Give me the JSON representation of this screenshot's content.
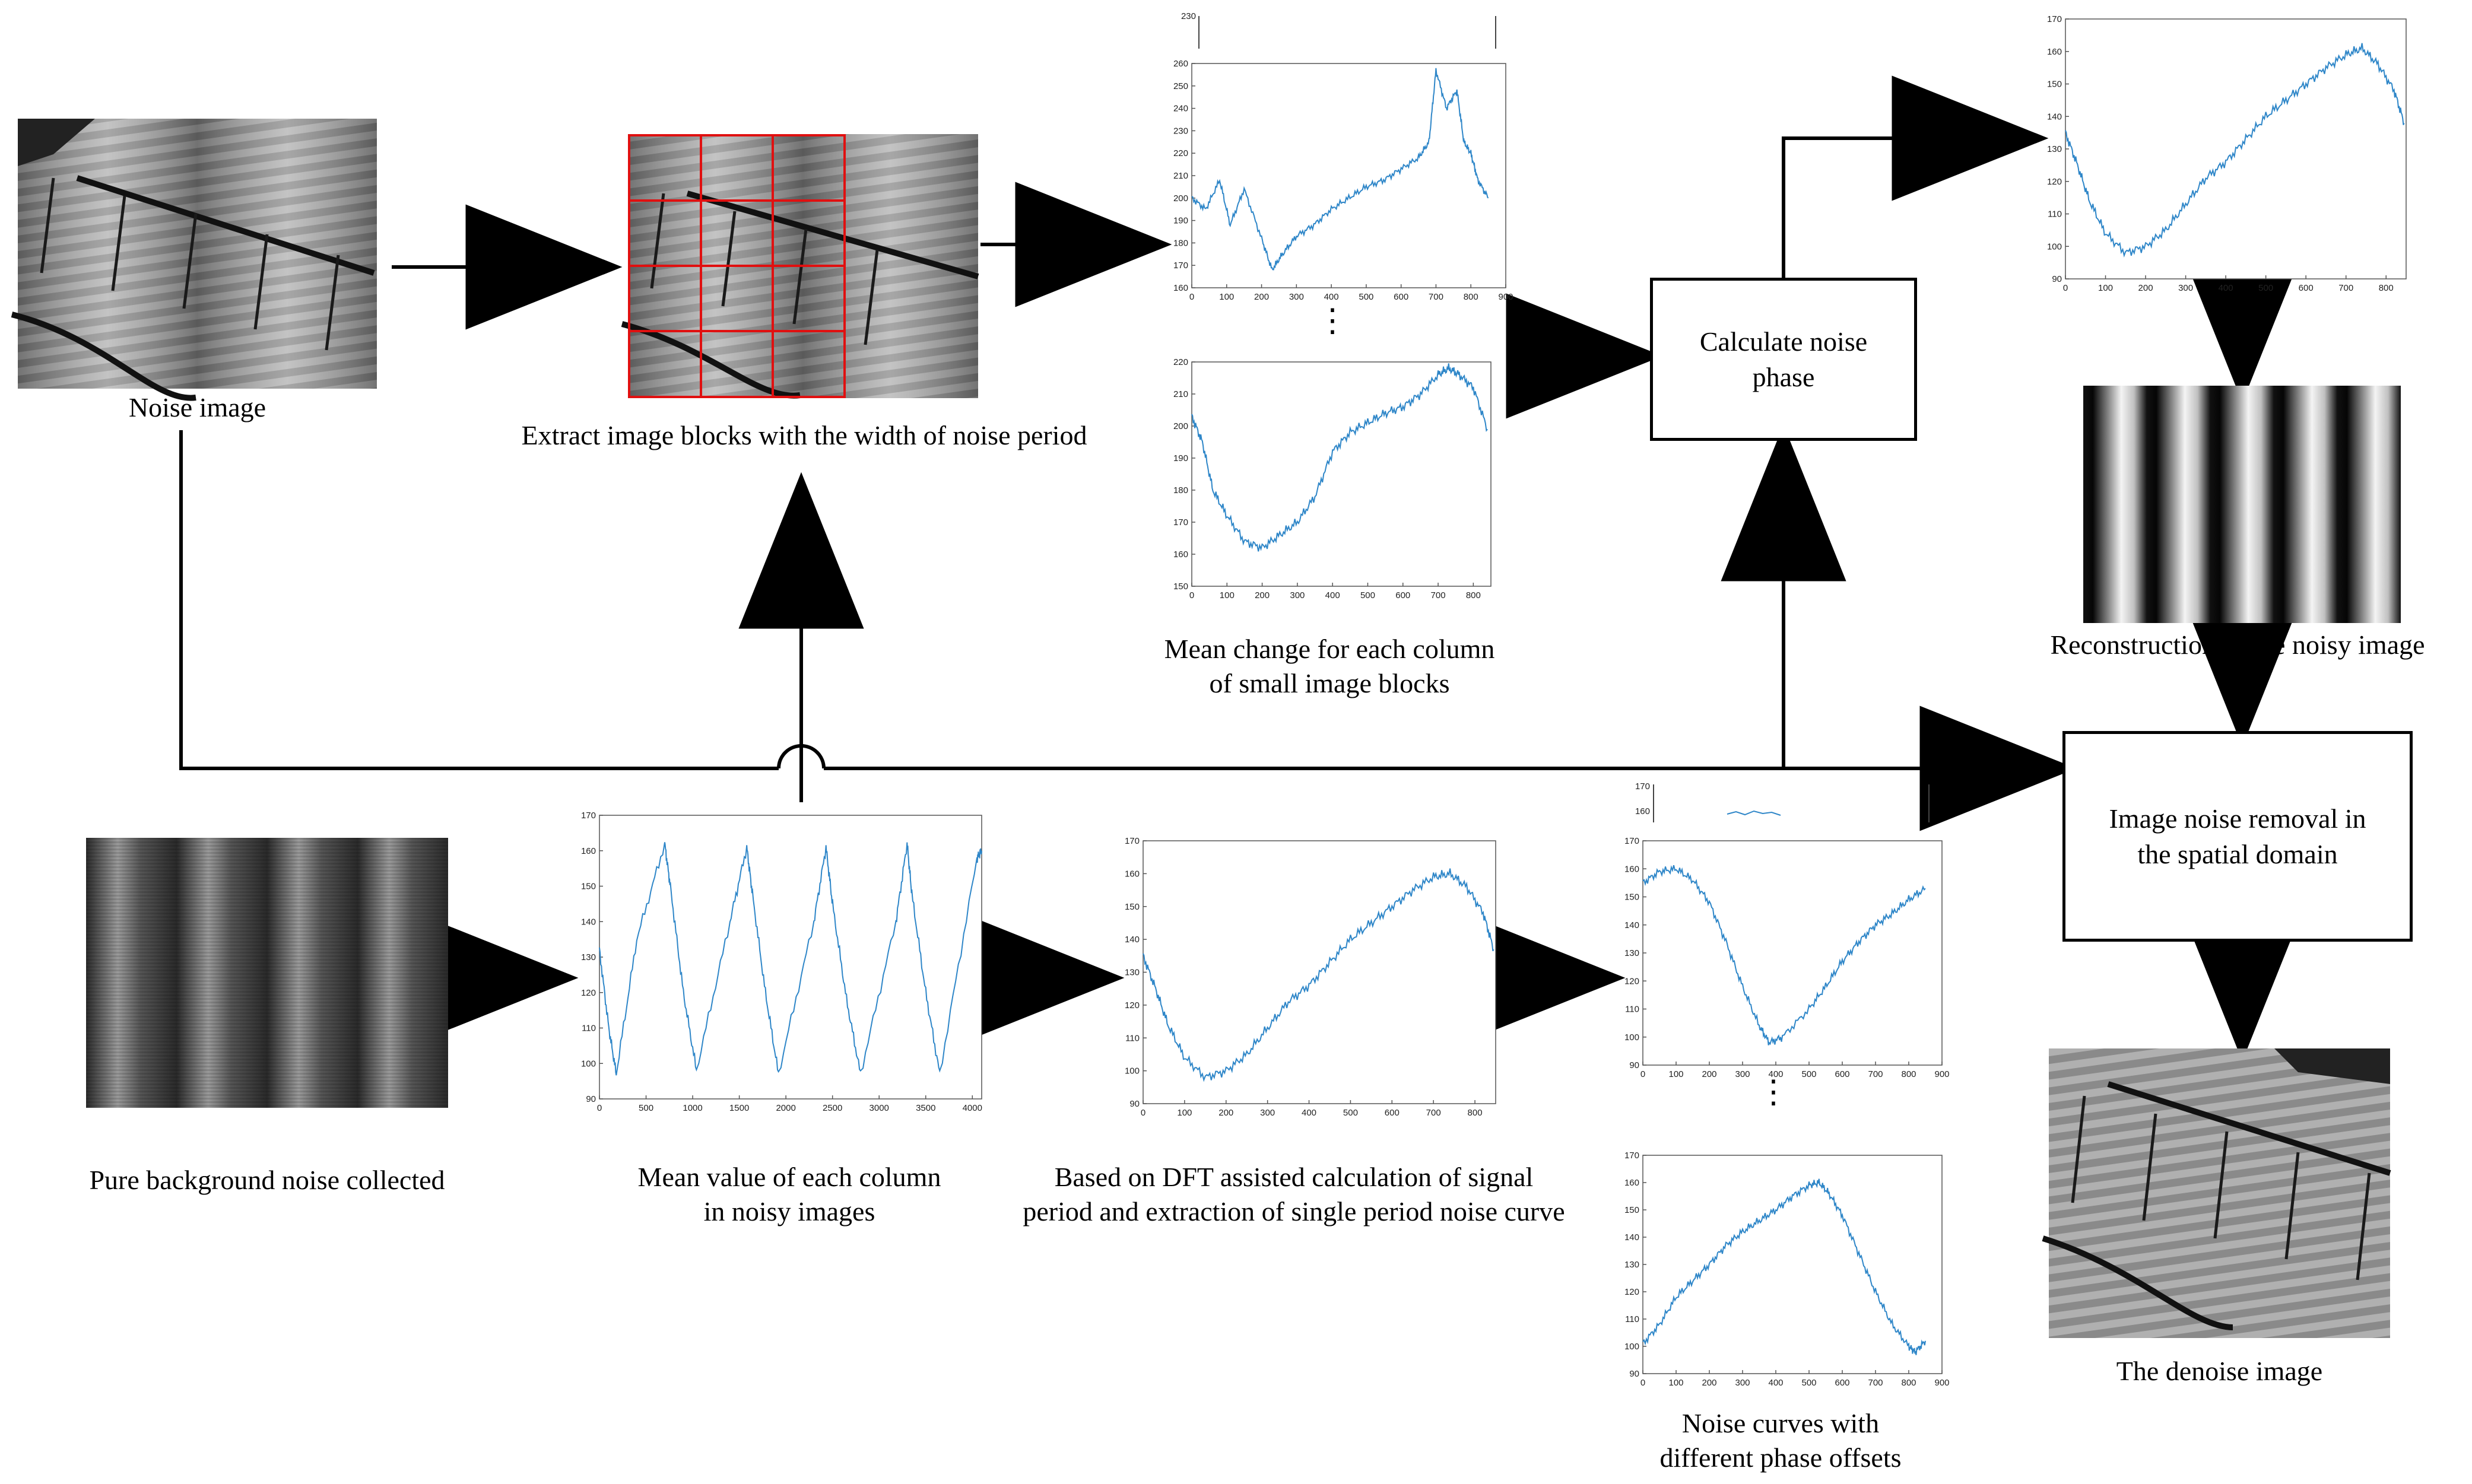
{
  "captions": {
    "noise_image": "Noise image",
    "extract_blocks": "Extract image blocks with the width of noise period",
    "mean_change": [
      "Mean change for each column",
      "of small image blocks"
    ],
    "reconstruction": "Reconstruction of the noisy image",
    "pure_background": "Pure background noise collected",
    "mean_value": [
      "Mean value of each column",
      "in noisy images"
    ],
    "dft": [
      "Based on DFT assisted calculation of signal",
      "period and extraction of single period noise curve"
    ],
    "noise_curves": [
      "Noise curves with",
      "different phase offsets"
    ],
    "denoise": "The denoise image"
  },
  "boxes": {
    "calc_phase": [
      "Calculate noise",
      "phase"
    ],
    "removal": [
      "Image noise removal in",
      "the spatial domain"
    ]
  },
  "ellipsis": "⋮",
  "colors": {
    "curve": "#2e86c8",
    "grid_red": "#e01010",
    "arrow": "#000000"
  },
  "chart_data": [
    {
      "id": "block-mean-top",
      "type": "line",
      "x_ticks": [
        "0",
        "100",
        "200",
        "300",
        "400",
        "500",
        "600",
        "700",
        "800",
        "900"
      ],
      "y_ticks": [
        "160",
        "170",
        "180",
        "190",
        "200",
        "210",
        "220",
        "230",
        "240",
        "250",
        "260"
      ],
      "xlim": [
        0,
        900
      ],
      "ylim": [
        160,
        260
      ],
      "series": [
        {
          "x": [
            0,
            40,
            80,
            110,
            150,
            200,
            230,
            260,
            300,
            350,
            400,
            450,
            500,
            550,
            600,
            650,
            680,
            700,
            730,
            760,
            780,
            800,
            820,
            850
          ],
          "y": [
            200,
            195,
            208,
            188,
            204,
            182,
            168,
            175,
            183,
            188,
            195,
            200,
            205,
            208,
            213,
            218,
            225,
            257,
            240,
            248,
            225,
            220,
            208,
            200
          ]
        }
      ]
    },
    {
      "id": "block-mean-bottom",
      "type": "line",
      "x_ticks": [
        "0",
        "100",
        "200",
        "300",
        "400",
        "500",
        "600",
        "700",
        "800"
      ],
      "y_ticks": [
        "150",
        "160",
        "170",
        "180",
        "190",
        "200",
        "210",
        "220"
      ],
      "xlim": [
        0,
        850
      ],
      "ylim": [
        150,
        220
      ],
      "series": [
        {
          "x": [
            0,
            30,
            60,
            100,
            150,
            200,
            250,
            300,
            350,
            400,
            450,
            500,
            550,
            600,
            650,
            700,
            730,
            760,
            800,
            840
          ],
          "y": [
            203,
            195,
            180,
            172,
            164,
            162,
            166,
            170,
            178,
            192,
            198,
            201,
            204,
            206,
            210,
            216,
            218,
            216,
            212,
            199
          ]
        }
      ]
    },
    {
      "id": "single-period-top",
      "type": "line",
      "x_ticks": [
        "0",
        "100",
        "200",
        "300",
        "400",
        "500",
        "600",
        "700",
        "800"
      ],
      "y_ticks": [
        "90",
        "100",
        "110",
        "120",
        "130",
        "140",
        "150",
        "160",
        "170"
      ],
      "xlim": [
        0,
        850
      ],
      "ylim": [
        90,
        170
      ],
      "series": [
        {
          "x": [
            0,
            30,
            60,
            100,
            150,
            200,
            250,
            300,
            350,
            400,
            450,
            500,
            550,
            600,
            650,
            700,
            740,
            780,
            820,
            845
          ],
          "y": [
            135,
            125,
            114,
            104,
            98,
            100,
            105,
            113,
            121,
            126,
            133,
            140,
            145,
            150,
            155,
            159,
            161,
            156,
            148,
            138
          ]
        }
      ]
    },
    {
      "id": "column-mean",
      "type": "line",
      "x_ticks": [
        "0",
        "500",
        "1000",
        "1500",
        "2000",
        "2500",
        "3000",
        "3500",
        "4000"
      ],
      "y_ticks": [
        "90",
        "100",
        "110",
        "120",
        "130",
        "140",
        "150",
        "160",
        "170"
      ],
      "xlim": [
        0,
        4100
      ],
      "ylim": [
        90,
        170
      ],
      "series": [
        {
          "x": [
            0,
            100,
            180,
            400,
            700,
            760,
            900,
            1040,
            1400,
            1580,
            1640,
            1780,
            1920,
            2300,
            2430,
            2500,
            2650,
            2800,
            3180,
            3300,
            3350,
            3500,
            3650,
            4050,
            4100
          ],
          "y": [
            132,
            110,
            97,
            135,
            162,
            150,
            120,
            98,
            140,
            161,
            148,
            120,
            97,
            140,
            161,
            145,
            118,
            97,
            140,
            162,
            148,
            120,
            97,
            158,
            160
          ]
        }
      ]
    },
    {
      "id": "single-period",
      "type": "line",
      "x_ticks": [
        "0",
        "100",
        "200",
        "300",
        "400",
        "500",
        "600",
        "700",
        "800"
      ],
      "y_ticks": [
        "90",
        "100",
        "110",
        "120",
        "130",
        "140",
        "150",
        "160",
        "170"
      ],
      "xlim": [
        0,
        850
      ],
      "ylim": [
        90,
        170
      ],
      "series": [
        {
          "x": [
            0,
            30,
            60,
            100,
            150,
            200,
            250,
            300,
            350,
            400,
            450,
            500,
            550,
            600,
            650,
            700,
            740,
            780,
            820,
            845
          ],
          "y": [
            135,
            125,
            114,
            104,
            98,
            100,
            105,
            113,
            121,
            126,
            133,
            140,
            145,
            150,
            155,
            159,
            160,
            156,
            148,
            137
          ]
        }
      ]
    },
    {
      "id": "phase-offset-top",
      "type": "line",
      "x_ticks": [
        "0",
        "100",
        "200",
        "300",
        "400",
        "500",
        "600",
        "700",
        "800",
        "900"
      ],
      "y_ticks": [
        "90",
        "100",
        "110",
        "120",
        "130",
        "140",
        "150",
        "160",
        "170"
      ],
      "xlim": [
        0,
        900
      ],
      "ylim": [
        90,
        170
      ],
      "series": [
        {
          "x": [
            0,
            50,
            100,
            150,
            200,
            250,
            300,
            350,
            380,
            420,
            500,
            550,
            600,
            650,
            700,
            750,
            800,
            850
          ],
          "y": [
            155,
            159,
            160,
            156,
            148,
            134,
            118,
            104,
            98,
            100,
            110,
            118,
            127,
            134,
            140,
            144,
            149,
            153
          ]
        }
      ]
    },
    {
      "id": "phase-offset-bottom",
      "type": "line",
      "x_ticks": [
        "0",
        "100",
        "200",
        "300",
        "400",
        "500",
        "600",
        "700",
        "800",
        "900"
      ],
      "y_ticks": [
        "90",
        "100",
        "110",
        "120",
        "130",
        "140",
        "150",
        "160",
        "170"
      ],
      "xlim": [
        0,
        900
      ],
      "ylim": [
        90,
        170
      ],
      "series": [
        {
          "x": [
            0,
            50,
            100,
            150,
            200,
            250,
            300,
            350,
            400,
            450,
            500,
            530,
            560,
            600,
            650,
            700,
            750,
            800,
            820,
            850
          ],
          "y": [
            101,
            108,
            118,
            124,
            130,
            137,
            142,
            146,
            150,
            155,
            159,
            160,
            156,
            148,
            134,
            120,
            108,
            100,
            98,
            102
          ]
        }
      ]
    }
  ]
}
